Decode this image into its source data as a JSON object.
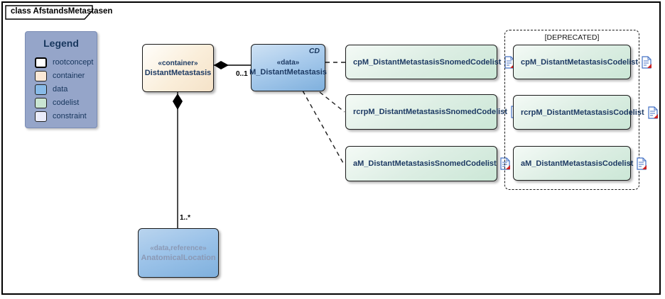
{
  "frame": {
    "title": "class AfstandsMetastasen"
  },
  "legend": {
    "title": "Legend",
    "items": [
      {
        "label": "rootconcept",
        "color": "#ffffff"
      },
      {
        "label": "container",
        "color": "#fae8d6"
      },
      {
        "label": "data",
        "color": "#88bbe8"
      },
      {
        "label": "codelist",
        "color": "#c9e5d2"
      },
      {
        "label": "constraint",
        "color": "#eaecfa"
      }
    ]
  },
  "classes": {
    "container": {
      "stereotype": "«container»",
      "name": "DistantMetastasis"
    },
    "data": {
      "stereotype": "«data»",
      "name": "M_DistantMetastasis",
      "badge": "CD"
    },
    "reference": {
      "stereotype": "«data,reference»",
      "name": "AnatomicalLocation"
    }
  },
  "relations": {
    "container_to_data_multiplicity": "0..1",
    "container_to_reference_multiplicity": "1..*"
  },
  "codelists": {
    "snomed": [
      {
        "label": "cpM_DistantMetastasisSnomedCodelist"
      },
      {
        "label": "rcrpM_DistantMetastasisSnomedCodelist"
      },
      {
        "label": "aM_DistantMetastasisSnomedCodelist"
      }
    ],
    "deprecated_title": "[DEPRECATED]",
    "deprecated": [
      {
        "label": "cpM_DistantMetastasisCodelist"
      },
      {
        "label": "rcrpM_DistantMetastasisCodelist"
      },
      {
        "label": "aM_DistantMetastasisCodelist"
      }
    ]
  },
  "colors": {
    "legend_bg": "#95a5c9",
    "heading_text": "#17365d",
    "doc_icon_blue": "#4472c4",
    "doc_icon_red": "#cc2222"
  }
}
